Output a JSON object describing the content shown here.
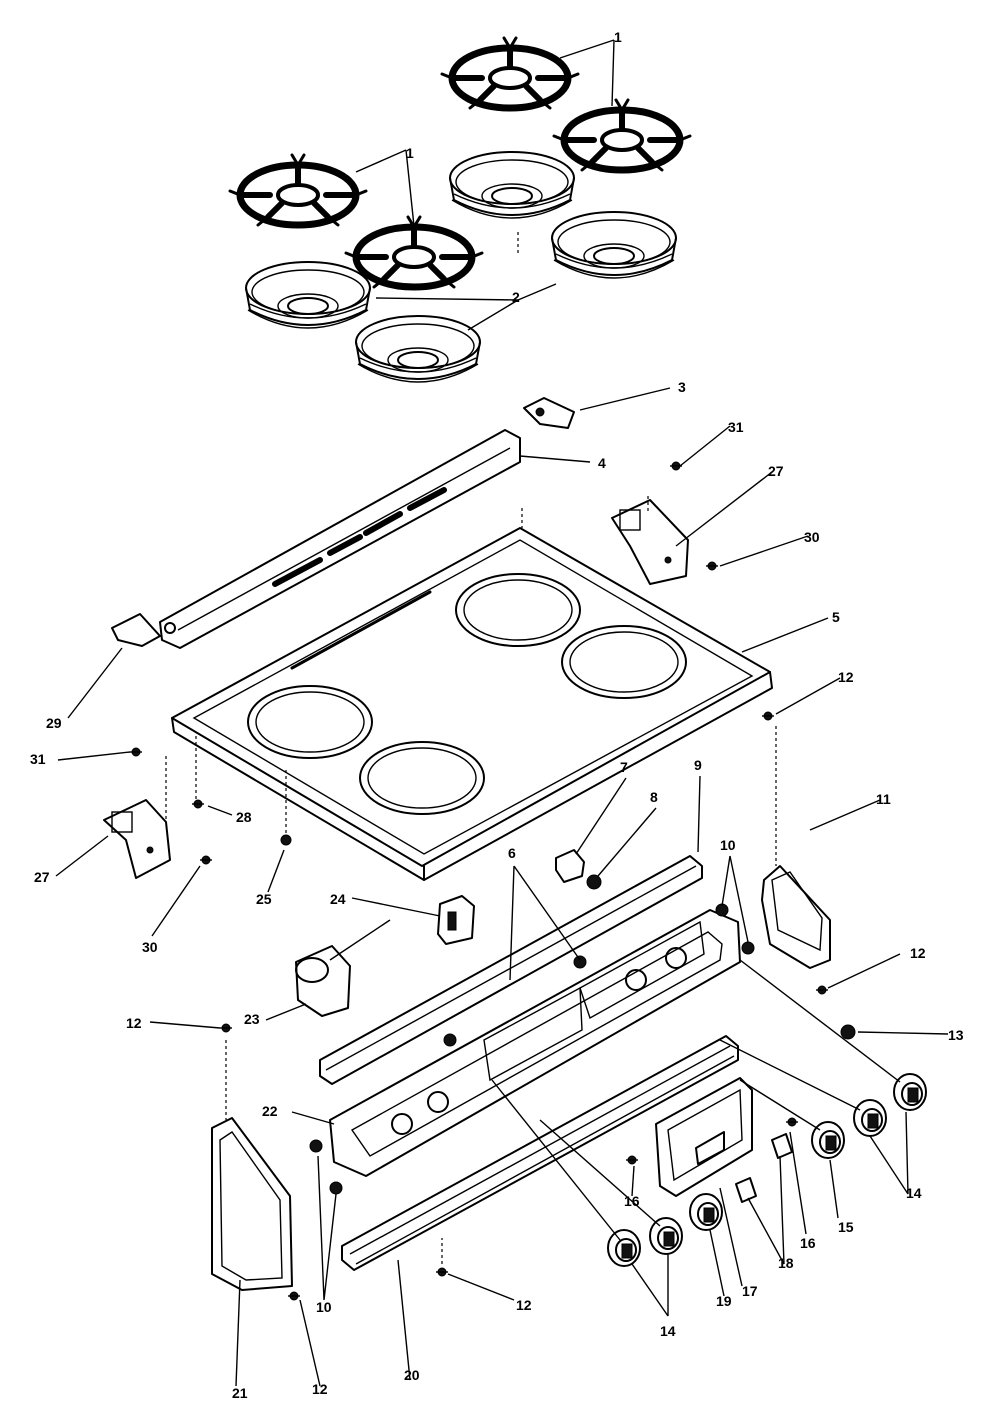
{
  "labels": {
    "l1": "1",
    "l2": "2",
    "l3": "3",
    "l4": "4",
    "l5": "5",
    "l6": "6",
    "l7": "7",
    "l8": "8",
    "l9": "9",
    "l10": "10",
    "l11": "11",
    "l12": "12",
    "l13": "13",
    "l14": "14",
    "l15": "15",
    "l16": "16",
    "l17": "17",
    "l18": "18",
    "l19": "19",
    "l20": "20",
    "l21": "21",
    "l22": "22",
    "l23": "23",
    "l24": "24",
    "l25": "25",
    "l27": "27",
    "l28": "28",
    "l29": "29",
    "l30": "30",
    "l31": "31"
  }
}
